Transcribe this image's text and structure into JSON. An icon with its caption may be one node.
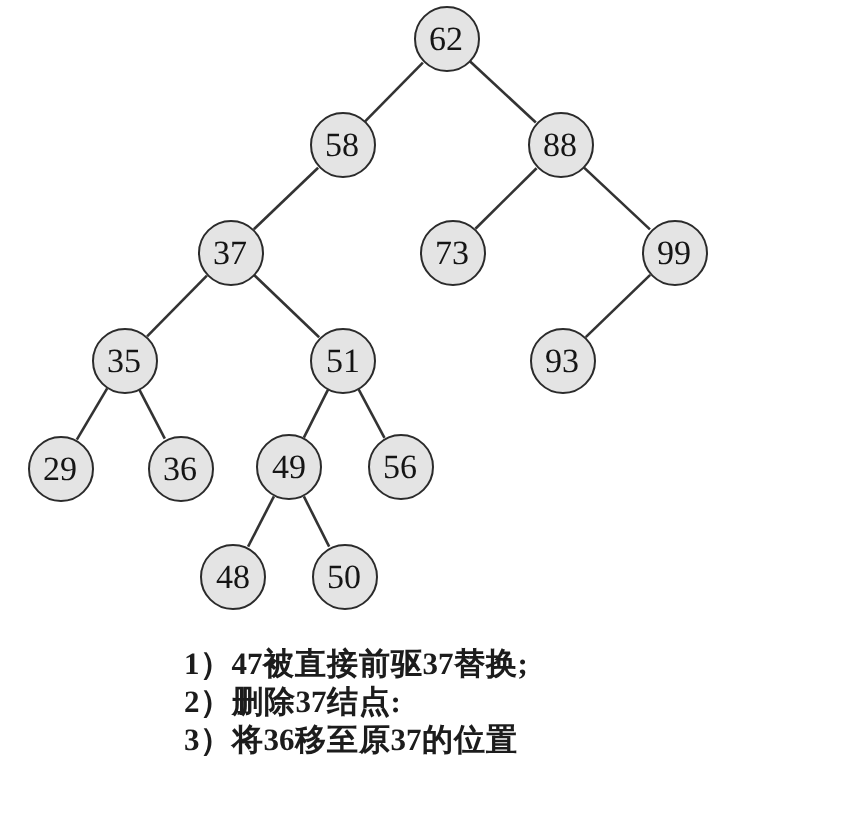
{
  "diagram": {
    "nodes": [
      {
        "text": [
          "62"
        ]
      },
      {
        "text": [
          "58"
        ]
      },
      {
        "text": [
          "88"
        ]
      },
      {
        "text": [
          "37"
        ]
      },
      {
        "text": [
          "73"
        ]
      },
      {
        "text": [
          "99"
        ]
      },
      {
        "text": [
          "35"
        ]
      },
      {
        "text": [
          "51"
        ]
      },
      {
        "text": [
          "93"
        ]
      },
      {
        "text": [
          "29"
        ]
      },
      {
        "text": [
          "36"
        ]
      },
      {
        "text": [
          "49"
        ]
      },
      {
        "text": [
          "56"
        ]
      },
      {
        "text": [
          "48"
        ]
      },
      {
        "text": [
          "50"
        ]
      }
    ],
    "edges": [
      {
        "from": 0,
        "to": 1,
        "arrow": "none"
      },
      {
        "from": 0,
        "to": 2,
        "arrow": "none"
      },
      {
        "from": 1,
        "to": 3,
        "arrow": "none"
      },
      {
        "from": 2,
        "to": 4,
        "arrow": "none"
      },
      {
        "from": 2,
        "to": 5,
        "arrow": "none"
      },
      {
        "from": 3,
        "to": 6,
        "arrow": "none"
      },
      {
        "from": 3,
        "to": 7,
        "arrow": "none"
      },
      {
        "from": 5,
        "to": 8,
        "arrow": "none"
      },
      {
        "from": 6,
        "to": 9,
        "arrow": "none"
      },
      {
        "from": 6,
        "to": 10,
        "arrow": "none"
      },
      {
        "from": 7,
        "to": 11,
        "arrow": "none"
      },
      {
        "from": 7,
        "to": 12,
        "arrow": "none"
      },
      {
        "from": 11,
        "to": 13,
        "arrow": "none"
      },
      {
        "from": 11,
        "to": 14,
        "arrow": "none"
      }
    ],
    "labels": [
      "1）47被直接前驱37替换;",
      "2）删除37结点:",
      "3）将36移至原37的位置"
    ]
  }
}
